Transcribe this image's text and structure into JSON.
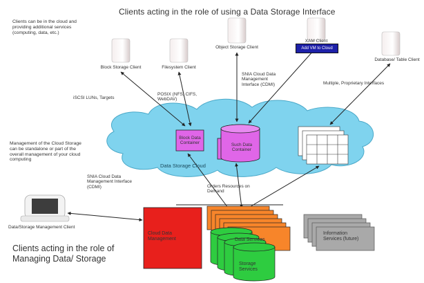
{
  "header": {
    "title": "Clients acting in the role of using a Data Storage Interface"
  },
  "notes": {
    "clients_cloud": "Clients can be in the cloud and providing additional services (computing, data, etc.)",
    "management": "Management of the Cloud Storage can be standalone or part of the overall management of your cloud computing"
  },
  "clients": [
    {
      "label": "Block Storage Client"
    },
    {
      "label": "Filesystem Client"
    },
    {
      "label": "Object Storage Client"
    },
    {
      "label": "XAM Client",
      "badge": "Add VM to Cloud"
    },
    {
      "label": "Database/ Table Client"
    }
  ],
  "interfaces": {
    "iscsi": "iSCSI LUNs, Targets",
    "posix": "POSIX (NFS, CIFS, WebDAV)",
    "cdmi_top": "SNIA Cloud Data Management Interface (CDMI)",
    "proprietary": "Multiple, Proprietary Interfaces",
    "cdmi_bottom": "SNIA Cloud Data Management Interface (CDMI)",
    "orders": "Orders Resources on Demand"
  },
  "cloud": {
    "label": "Data Storage Cloud",
    "block_container": "Block Data Container",
    "file_container": "Such Data Container"
  },
  "management_client": {
    "label": "Data/Storage Management Client"
  },
  "boxes": {
    "cloud_mgmt": "Cloud Data Management",
    "data_services": "Data Services",
    "storage_services": "Storage Services",
    "info_services": "Information Services (future)"
  },
  "bottom": {
    "title": "Clients acting in the role of Managing Data/ Storage"
  },
  "colors": {
    "cloud_fill": "#7fd3ee",
    "magenta": "#e066e8",
    "red": "#e8201c",
    "orange": "#f7852a",
    "green": "#2ecc40",
    "grey": "#a9a9a9",
    "badge": "#1d20a8"
  }
}
